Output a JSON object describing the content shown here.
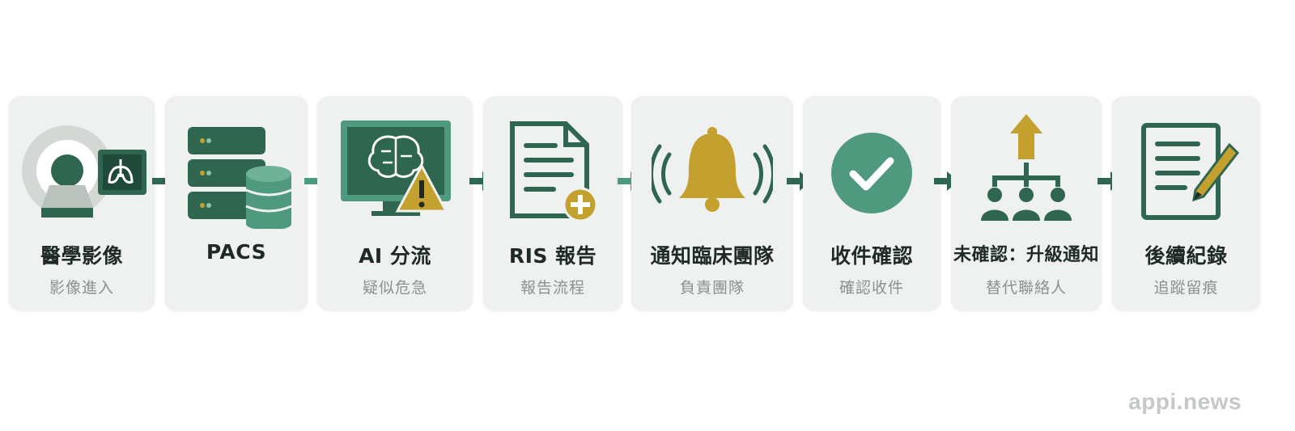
{
  "steps": [
    {
      "title": "醫學影像",
      "subtitle": "影像進入",
      "icon": "ct-scanner-icon"
    },
    {
      "title": "PACS",
      "subtitle": "",
      "icon": "server-database-icon"
    },
    {
      "title": "AI 分流",
      "subtitle": "疑似危急",
      "icon": "ai-brain-monitor-icon"
    },
    {
      "title": "RIS 報告",
      "subtitle": "報告流程",
      "icon": "report-document-icon"
    },
    {
      "title": "通知臨床團隊",
      "subtitle": "負責團隊",
      "icon": "bell-alert-icon"
    },
    {
      "title": "收件確認",
      "subtitle": "確認收件",
      "icon": "check-circle-icon"
    },
    {
      "title": "未確認：升級通知",
      "subtitle": "替代聯絡人",
      "icon": "escalation-team-icon"
    },
    {
      "title": "後續紀錄",
      "subtitle": "追蹤留痕",
      "icon": "notes-pencil-icon"
    }
  ],
  "watermark": "appi.news",
  "colors": {
    "primary_green": "#2f6650",
    "light_green": "#4f9a7f",
    "gold": "#c4a02e",
    "card_bg": "#eef1ef"
  }
}
